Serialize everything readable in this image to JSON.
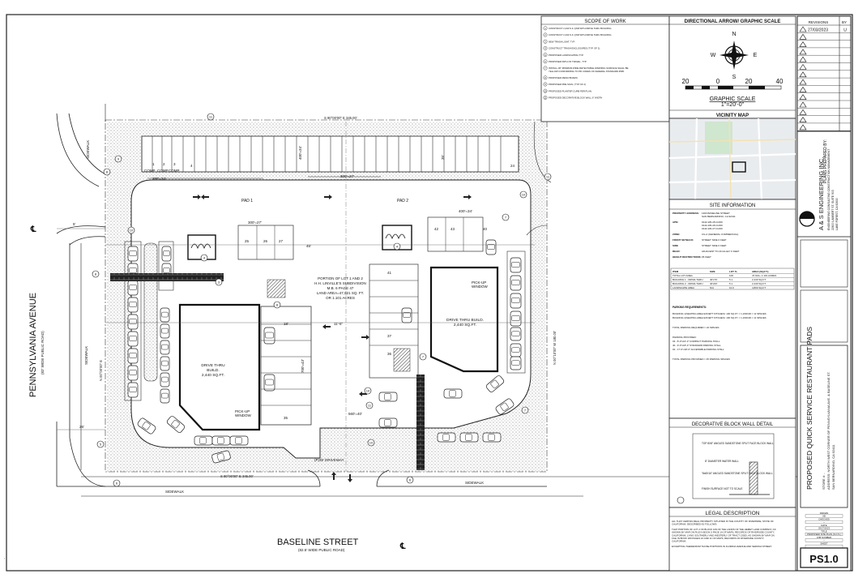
{
  "streets": {
    "pennsylvania": "PENNSYLVANIA AVENUE",
    "pennsylvania_sub": "(82' WIDE PUBLIC ROAD)",
    "baseline": "BASELINE STREET",
    "baseline_sub": "(82.5' WIDE PUBLIC ROAD)",
    "sidewalk": "SIDEWALK",
    "driveway": "(P)35' DRIVEWAY",
    "bearing_top": "S 90°00'00\" E 345.00'",
    "bearing_bottom": "S 90°00'00\" E 345.00'",
    "bearing_left": "N 00°00'00\" E",
    "bearing_right": "N 00°10'00\" W 180.00'"
  },
  "site": {
    "pad1": "PAD 1",
    "pad2": "PAD 2",
    "bldg1_line1": "DRIVE THRU",
    "bldg1_line2": "BUILD.",
    "bldg1_area": "2,440 SQ.FT.",
    "bldg2_line1": "DRIVE THRU BUILD.",
    "bldg2_area": "2,440 SQ.FT.",
    "pickup": "PICK-UP",
    "window": "WINDOW",
    "portion_lines": [
      "PORTION OF LOT 1 AND 2",
      "H.H. LINVILLE'S SUBDIVISION",
      "M.B. 6 PAGE 47",
      "LAND AREA=47,921 SQ. FT.",
      "OR 1.101 ACRES"
    ],
    "comp": "COMP",
    "dims": [
      "385'=24'",
      "27'",
      "9'",
      "300'=27'",
      "46'",
      "25'-1\"",
      "28'",
      "400'=34'",
      "17'-2\"",
      "18'",
      "11'-5\"",
      "560'=40'",
      "46'",
      "35'",
      "17'-4\"",
      "700'=43'",
      "22'",
      "12'",
      "34'-7\"",
      "41'-7\"",
      "5'",
      "41'-3\"",
      "26'",
      "8'",
      "10'"
    ],
    "stall_numbers": [
      "1",
      "2",
      "3",
      "4",
      "24",
      "25",
      "26",
      "27",
      "28",
      "35",
      "36",
      "37",
      "41",
      "42",
      "43",
      "40"
    ],
    "typ": "TYP"
  },
  "scope": {
    "title": "SCOPE OF WORK",
    "items": [
      "CONSTRUCT 2,440 S.F. QSR WITH DRIVE THRU BUILDING.",
      "CONSTRUCT 2,440 S.F. QSR WITH DRIVE THRU BUILDING.",
      "NEW TRASH LIGHT, TYP.",
      "CONSTRUCT TRASH ENCLOSURES (TYP. OF 2).",
      "PROPOSED LANDSCAPING,TYP.",
      "PROPOSED PATH OF TRAVEL, TYP.",
      "INSTALL 36\" MINIMUM WIDE DETECTABLE WARNING SURFACE SHALL BE YELLOW CONFORMING TO PR CODES OF FEDERAL STANDARD #595.",
      "PROPOSED MENU BOARD.",
      "PROPOSED PRE SIGN. (TYP OF 4)",
      "PROPOSED PLANTER CURB PER PLAN.",
      "PROPOSED DECORATIVE BLOCK WALL 6\" WIDTH"
    ]
  },
  "graphic_scale": {
    "title": "DIRECTIONAL ARROW/ GRAPHIC SCALE",
    "n": "N",
    "s": "S",
    "e": "E",
    "w": "W",
    "ticks": [
      "20",
      "0",
      "20",
      "40"
    ],
    "label": "GRAPHIC SCALE",
    "ratio": "1\"=20'-0\""
  },
  "vicinity": {
    "title": "VICINITY MAP"
  },
  "site_info": {
    "title": "SITE INFORMATION",
    "lines": [
      [
        "PROPERTY ADDRESS:",
        "1303 BASELINE STREET\nSAN BERNARDINO, CA 92411"
      ],
      [
        "APN:",
        "0142-181-05-0-000\n0142-181-06-0-000\n0142-181-07-0-000"
      ],
      [
        "ZONE:",
        "CG-2 (GENERAL COMMERCIAL)"
      ],
      [
        "FRONT SETBACK",
        "STREET SIDE 0 FEET"
      ],
      [
        "SIDE",
        "STREET SIDE 0 FEET"
      ],
      [
        "REAR:",
        "ADJACENT TO AN ALLEY 0 FEET"
      ],
      [
        "HEIGHT RESTRICTIONS:",
        "35 FEET"
      ]
    ],
    "table_headers": [
      "ITEM",
      "SIZE",
      "LOT %",
      "AREA (SQ.FT.)"
    ],
    "table_rows": [
      [
        "TOTAL LOT AREA",
        "",
        "100",
        "47,921+ 1.101 ACRES"
      ],
      [
        "BUILDING 1 - DRIVE THRU",
        "40'x70'",
        "5.1",
        "2,440 SQ.FT"
      ],
      [
        "BUILDING 2 - DRIVE THRU",
        "40'x60'",
        "5.1",
        "2,440 SQ.FT"
      ],
      [
        "LANDSCAPE AREA",
        "N/A",
        "10.0",
        "4,800 SQ.FT"
      ]
    ],
    "parking_title": "PARKING REQUIREMENTS:",
    "parking_lines": [
      "BUILDING 1(SEATING AREA EXCEPT KITCHEN): 100 SQ.FT. = 1,100/100 = 11 SPACES",
      "BUILDING 2(SEATING AREA EXCEPT KITCHEN): 100 SQ.FT. = 1,100/100 = 11 SPACES",
      "TOTAL PARKING REQUIRED = 22 SPACES",
      "PARKING PROVIDED:",
      "03 - 8'-0\"x16'-0\" COMPACT PARKING STALL",
      "40 - 9'-0\"x18'-0\" STANDARD PARKING STALL",
      "02 - 17'-0\"x18'-0\" ACCESSIBLE PARKING STALL",
      "TOTAL PARKING PROVIDED = 45 PARKING SPACES"
    ]
  },
  "wall_detail": {
    "title": "DECORATIVE BLOCK WALL DETAIL",
    "notes": [
      "TOP 8X8\" ANGLED SANDSTONE SPLIT FACE BLOCK WALL",
      "8\" DIAMETER WATER WALL",
      "\"8x8X16\" ANGLED SANDSTONE SPLIT FACE BLOCK WALL",
      "FINISH SURFACE NOT TO SCALE"
    ]
  },
  "legal": {
    "title": "LEGAL DESCRIPTION",
    "paragraphs": [
      "ALL THAT CERTAIN REAL PROPERTY SITUATED IN THE COUNTY OF RIVERSIDE, STATE OF CALIFORNIA, DESCRIBED AS FOLLOWS:",
      "THAT PORTION OF LOT 2 OF BLOCK 109 OF THE LANDS OF THE HEMET LAND COMPANY, AS SHOWN BY MAP ON FILE IN BOOK 5 PAGE 14 OF MAPS, RECORDS OF RIVERSIDE COUNTY, CALIFORNIA, LYING SOUTHERLY AND WESTERLY OF TRACT 13553, AS SHOWN BY MAP ON FILE IN BOOK 180 PAGES 10 AND 11 OF MAPS, RECORDS OF RIVERSIDE COUNTY, CALIFORNIA.",
      "EXCEPTING THEREFROM THOSE PORTIONS IN FLORIDA AVENUE AND SERONA STREET."
    ]
  },
  "revisions": {
    "title": "REVISIONS",
    "by": "BY",
    "first_date": "27/03/2023",
    "first_by": "U",
    "rows": 14
  },
  "prepared_by": {
    "label": "PLANS PREPARED BY:",
    "company": "A & S ENGINEERING INC.",
    "lines": [
      "ENGINEERING CONSULTING CONSTRUCTION MANAGEMENT",
      "22600 LAMBERT ST. SUITE 903",
      "LAKE FOREST, CA 92630"
    ]
  },
  "project": {
    "title": "PROPOSED QUICK SERVICE RESTAURANT PADS",
    "store": "STORE #: -",
    "address": "ADDRESS: NORTH WEST CORNER OF PENNSYLVANIA AVE. & BASELINE ST.",
    "city": "SAN BERNARDINO, CA 92411"
  },
  "sheet_meta": [
    [
      "DRAWN",
      "AB"
    ],
    [
      "CHECKED",
      "--"
    ],
    [
      "DATE",
      "03/27/2023"
    ],
    [
      "TITLE",
      "PROPOSED SITE PLAN (S.O.S.)"
    ],
    [
      "JOB NUMBER",
      "--"
    ],
    [
      "SHEET",
      ""
    ]
  ],
  "sheet_number": "PS1.0"
}
